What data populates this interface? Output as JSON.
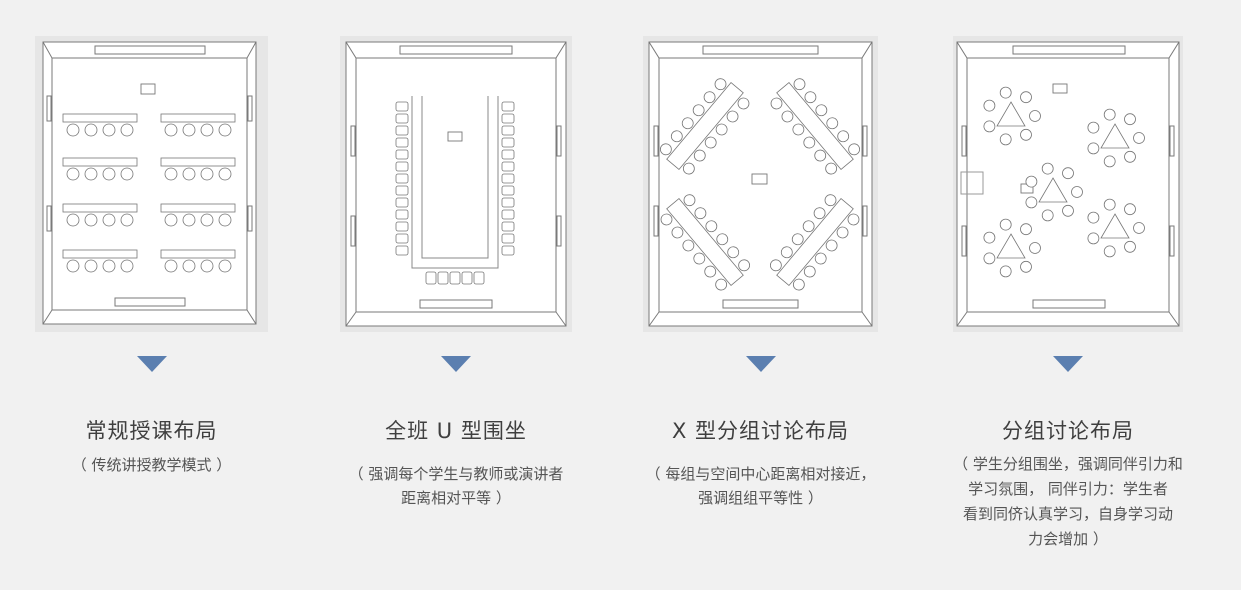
{
  "layouts": [
    {
      "title": "常规授课布局",
      "desc_lines": [
        "（ 传统讲授教学模式 ）"
      ]
    },
    {
      "title": "全班 U 型围坐",
      "desc_lines": [
        "（ 强调每个学生与教师或演讲者",
        "距离相对平等 ）"
      ]
    },
    {
      "title": "X 型分组讨论布局",
      "desc_lines": [
        "（ 每组与空间中心距离相对接近，",
        "强调组组平等性 ）"
      ]
    },
    {
      "title": "分组讨论布局",
      "desc_lines": [
        "（ 学生分组围坐，强调同伴引力和",
        "学习氛围，  同伴引力：学生者",
        "看到同侪认真学习，自身学习动",
        "力会增加 ）"
      ]
    }
  ],
  "colors": {
    "background": "#f1f1f1",
    "arrow": "#5b7fb0",
    "title": "#3f3f3f",
    "desc": "#555555"
  }
}
